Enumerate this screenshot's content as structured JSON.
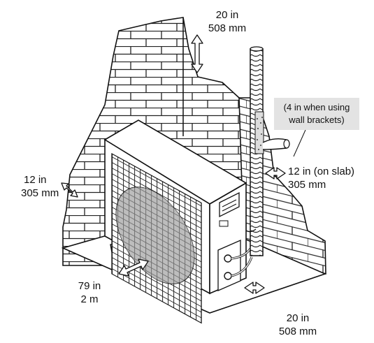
{
  "labels": {
    "top_in": "20 in",
    "top_mm": "508 mm",
    "left_in": "12 in",
    "left_mm": "305 mm",
    "right_in": "12 in (on slab)",
    "right_mm": "305 mm",
    "front_in": "79 in",
    "front_mm": "2 m",
    "side_in": "20 in",
    "side_mm": "508 mm"
  },
  "note": {
    "line1": "(4 in when using",
    "line2": "wall brackets)"
  }
}
